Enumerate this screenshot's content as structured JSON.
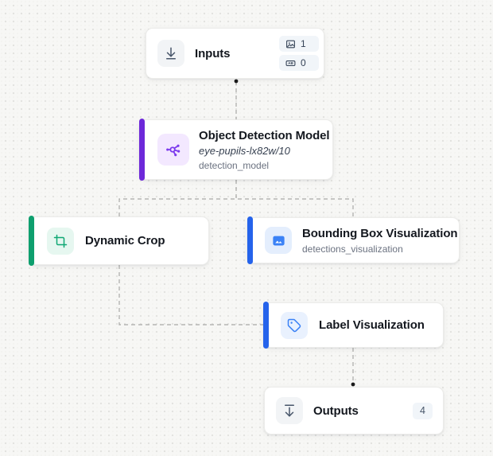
{
  "diagram": {
    "background_color": "#f7f7f5",
    "connector_color": "#a9a9a6"
  },
  "nodes": {
    "inputs": {
      "title": "Inputs",
      "icon": "arrow-down-to-line-icon",
      "icon_color": "#475569",
      "badges": [
        {
          "icon": "image-input-icon",
          "count": "1"
        },
        {
          "icon": "parameter-input-icon",
          "count": "0"
        }
      ]
    },
    "detection_model": {
      "title": "Object Detection Model",
      "model_id": "eye-pupils-lx82w/10",
      "step_name": "detection_model",
      "icon": "model-graph-icon",
      "accent_color": "#6d28d9",
      "icon_color": "#7c3aed",
      "icon_bg": "#f3e8ff"
    },
    "dynamic_crop": {
      "title": "Dynamic Crop",
      "icon": "crop-icon",
      "accent_color": "#0e9f6e",
      "icon_color": "#10a874",
      "icon_bg": "#e6f7f0"
    },
    "bounding_box_visualization": {
      "title": "Bounding Box Visualization",
      "step_name": "detections_visualization",
      "icon": "image-frame-icon",
      "accent_color": "#2563eb",
      "icon_color": "#3b82f6",
      "icon_bg": "#e4eefd"
    },
    "label_visualization": {
      "title": "Label Visualization",
      "icon": "tag-icon",
      "accent_color": "#2563eb",
      "icon_color": "#3b82f6",
      "icon_bg": "#e9f1fe"
    },
    "outputs": {
      "title": "Outputs",
      "icon": "arrow-down-from-line-icon",
      "icon_color": "#475569",
      "badge_count": "4"
    }
  }
}
